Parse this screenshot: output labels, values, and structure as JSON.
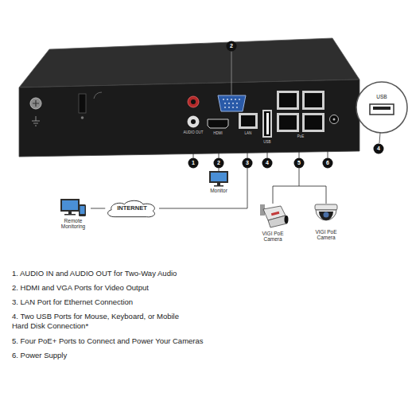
{
  "diagram": {
    "nodes": [
      {
        "text": [
          "Monitor"
        ]
      },
      {
        "text": [
          "Remote Monitoring"
        ]
      },
      {
        "text": [
          "INTERNET"
        ]
      },
      {
        "text": [
          "VIGI PoE Camera"
        ]
      },
      {
        "text": [
          "VIGI PoE Camera"
        ]
      }
    ],
    "edges": [
      {
        "from": 1,
        "to": 2,
        "arrow": "none"
      }
    ],
    "labels": [
      "2",
      "AUDIO OUT",
      "HDMI",
      "LAN",
      "USB",
      "PoE",
      "1",
      "2",
      "3",
      "4",
      "5",
      "6",
      "4",
      "USB",
      "1. AUDIO IN and AUDIO OUT for Two-Way Audio",
      "2. HDMI and VGA Ports for Video Output",
      "3. LAN Port for Ethernet Connection",
      "4. Two USB Ports for Mouse, Keyboard, or Mobile Hard Disk Connection*",
      "5. Four PoE+ Ports to Connect and Power Your Cameras",
      "6. Power Supply"
    ]
  }
}
